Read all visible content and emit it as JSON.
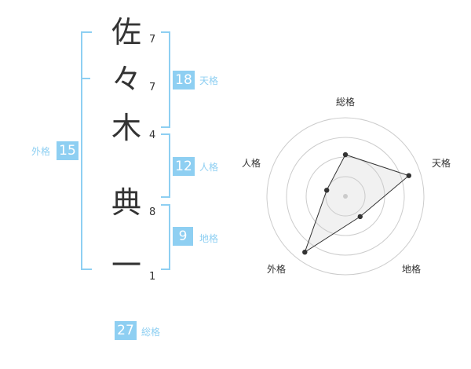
{
  "name": {
    "chars": [
      {
        "char": "佐",
        "strokes": "7"
      },
      {
        "char": "々",
        "strokes": "7"
      },
      {
        "char": "木",
        "strokes": "4"
      },
      {
        "char": "典",
        "strokes": "8"
      },
      {
        "char": "一",
        "strokes": "1"
      }
    ]
  },
  "fortune": {
    "gaikaku": {
      "label": "外格",
      "value": "15"
    },
    "tenkaku": {
      "label": "天格",
      "value": "18"
    },
    "jinkaku": {
      "label": "人格",
      "value": "12"
    },
    "chikaku": {
      "label": "地格",
      "value": "9"
    },
    "soukaku": {
      "label": "総格",
      "value": "27"
    }
  },
  "colors": {
    "accent": "#8ecff2",
    "text": "#333333",
    "grid": "#cccccc"
  },
  "chart_data": {
    "type": "radar",
    "axes": [
      "総格",
      "天格",
      "地格",
      "外格",
      "人格"
    ],
    "rings": 4,
    "values": [
      0.53,
      0.85,
      0.32,
      0.88,
      0.25
    ]
  }
}
